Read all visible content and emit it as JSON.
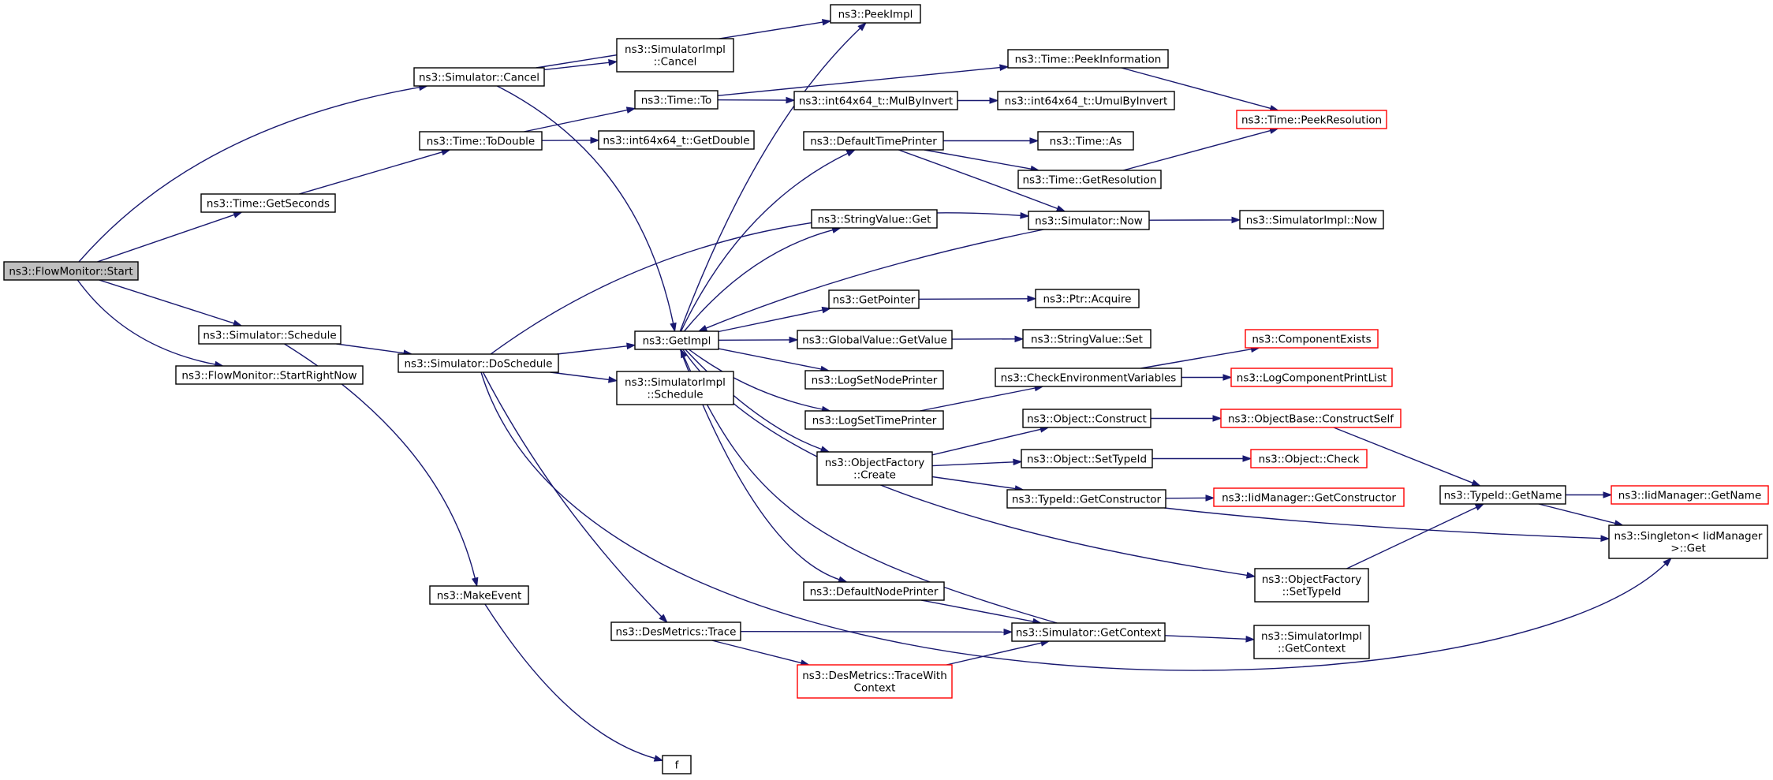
{
  "colors": {
    "edge": "#191970",
    "node_border": "#000000",
    "truncated_node_border": "#ff0000",
    "root_fill": "#bfbfbf",
    "node_fill": "#ffffff"
  },
  "nodes": [
    {
      "id": "flowmonitor_start",
      "label": [
        "ns3::FlowMonitor::Start"
      ],
      "root": true
    },
    {
      "id": "simulator_cancel",
      "label": [
        "ns3::Simulator::Cancel"
      ]
    },
    {
      "id": "time_getseconds",
      "label": [
        "ns3::Time::GetSeconds"
      ]
    },
    {
      "id": "simulator_schedule",
      "label": [
        "ns3::Simulator::Schedule"
      ]
    },
    {
      "id": "flowmonitor_startrightnow",
      "label": [
        "ns3::FlowMonitor::StartRightNow"
      ]
    },
    {
      "id": "time_todouble",
      "label": [
        "ns3::Time::ToDouble"
      ]
    },
    {
      "id": "simulator_doschedule",
      "label": [
        "ns3::Simulator::DoSchedule"
      ]
    },
    {
      "id": "makeevent",
      "label": [
        "ns3::MakeEvent"
      ]
    },
    {
      "id": "peekimpl",
      "label": [
        "ns3::PeekImpl"
      ]
    },
    {
      "id": "simulatorimpl_cancel",
      "label": [
        "ns3::SimulatorImpl",
        "::Cancel"
      ]
    },
    {
      "id": "time_to",
      "label": [
        "ns3::Time::To"
      ]
    },
    {
      "id": "int64_getdouble",
      "label": [
        "ns3::int64x64_t::GetDouble"
      ]
    },
    {
      "id": "getimpl",
      "label": [
        "ns3::GetImpl"
      ]
    },
    {
      "id": "simulatorimpl_schedule",
      "label": [
        "ns3::SimulatorImpl",
        "::Schedule"
      ]
    },
    {
      "id": "desmetrics_trace",
      "label": [
        "ns3::DesMetrics::Trace"
      ]
    },
    {
      "id": "f",
      "label": [
        "f"
      ]
    },
    {
      "id": "time_peekinformation",
      "label": [
        "ns3::Time::PeekInformation"
      ]
    },
    {
      "id": "int64_mulbyinvert",
      "label": [
        "ns3::int64x64_t::MulByInvert"
      ]
    },
    {
      "id": "int64_umulbyinvert",
      "label": [
        "ns3::int64x64_t::UmulByInvert"
      ]
    },
    {
      "id": "time_peekresolution",
      "label": [
        "ns3::Time::PeekResolution"
      ],
      "truncated": true
    },
    {
      "id": "defaulttimeprinter",
      "label": [
        "ns3::DefaultTimePrinter"
      ]
    },
    {
      "id": "time_as",
      "label": [
        "ns3::Time::As"
      ]
    },
    {
      "id": "time_getresolution",
      "label": [
        "ns3::Time::GetResolution"
      ]
    },
    {
      "id": "stringvalue_get",
      "label": [
        "ns3::StringValue::Get"
      ]
    },
    {
      "id": "simulator_now",
      "label": [
        "ns3::Simulator::Now"
      ]
    },
    {
      "id": "simulatorimpl_now",
      "label": [
        "ns3::SimulatorImpl::Now"
      ]
    },
    {
      "id": "getpointer",
      "label": [
        "ns3::GetPointer"
      ]
    },
    {
      "id": "ptr_acquire",
      "label": [
        "ns3::Ptr::Acquire"
      ]
    },
    {
      "id": "globalvalue_getvalue",
      "label": [
        "ns3::GlobalValue::GetValue"
      ]
    },
    {
      "id": "stringvalue_set",
      "label": [
        "ns3::StringValue::Set"
      ]
    },
    {
      "id": "componentexists",
      "label": [
        "ns3::ComponentExists"
      ],
      "truncated": true
    },
    {
      "id": "logsetnodeprinter",
      "label": [
        "ns3::LogSetNodePrinter"
      ]
    },
    {
      "id": "checkenvvars",
      "label": [
        "ns3::CheckEnvironmentVariables"
      ]
    },
    {
      "id": "logcomponentprintlist",
      "label": [
        "ns3::LogComponentPrintList"
      ],
      "truncated": true
    },
    {
      "id": "logsettimeprinter",
      "label": [
        "ns3::LogSetTimePrinter"
      ]
    },
    {
      "id": "object_construct",
      "label": [
        "ns3::Object::Construct"
      ]
    },
    {
      "id": "objectbase_constructself",
      "label": [
        "ns3::ObjectBase::ConstructSelf"
      ],
      "truncated": true
    },
    {
      "id": "objectfactory_create",
      "label": [
        "ns3::ObjectFactory",
        "::Create"
      ]
    },
    {
      "id": "object_settypeid",
      "label": [
        "ns3::Object::SetTypeId"
      ]
    },
    {
      "id": "object_check",
      "label": [
        "ns3::Object::Check"
      ],
      "truncated": true
    },
    {
      "id": "typeid_getconstructor",
      "label": [
        "ns3::TypeId::GetConstructor"
      ]
    },
    {
      "id": "iidmanager_getconstructor",
      "label": [
        "ns3::IidManager::GetConstructor"
      ],
      "truncated": true
    },
    {
      "id": "typeid_getname",
      "label": [
        "ns3::TypeId::GetName"
      ]
    },
    {
      "id": "iidmanager_getname",
      "label": [
        "ns3::IidManager::GetName"
      ],
      "truncated": true
    },
    {
      "id": "singleton_get",
      "label": [
        "ns3::Singleton< IidManager",
        ">::Get"
      ]
    },
    {
      "id": "objectfactory_settypeid",
      "label": [
        "ns3::ObjectFactory",
        "::SetTypeId"
      ]
    },
    {
      "id": "defaultnodeprinter",
      "label": [
        "ns3::DefaultNodePrinter"
      ]
    },
    {
      "id": "simulator_getcontext",
      "label": [
        "ns3::Simulator::GetContext"
      ]
    },
    {
      "id": "simulatorimpl_getcontext",
      "label": [
        "ns3::SimulatorImpl",
        "::GetContext"
      ]
    },
    {
      "id": "desmetrics_tracewithcontext",
      "label": [
        "ns3::DesMetrics::TraceWith",
        "Context"
      ],
      "truncated": true
    }
  ],
  "edges": [
    [
      "flowmonitor_start",
      "simulator_cancel"
    ],
    [
      "flowmonitor_start",
      "time_getseconds"
    ],
    [
      "flowmonitor_start",
      "simulator_schedule"
    ],
    [
      "flowmonitor_start",
      "flowmonitor_startrightnow"
    ],
    [
      "simulator_cancel",
      "peekimpl"
    ],
    [
      "simulator_cancel",
      "simulatorimpl_cancel"
    ],
    [
      "simulator_cancel",
      "getimpl"
    ],
    [
      "time_getseconds",
      "time_todouble"
    ],
    [
      "time_todouble",
      "time_to"
    ],
    [
      "time_todouble",
      "int64_getdouble"
    ],
    [
      "time_to",
      "time_peekinformation"
    ],
    [
      "time_to",
      "int64_mulbyinvert"
    ],
    [
      "int64_mulbyinvert",
      "int64_umulbyinvert"
    ],
    [
      "time_peekinformation",
      "time_peekresolution"
    ],
    [
      "time_getresolution",
      "time_peekresolution"
    ],
    [
      "simulator_schedule",
      "simulator_doschedule"
    ],
    [
      "simulator_schedule",
      "makeevent"
    ],
    [
      "makeevent",
      "f"
    ],
    [
      "simulator_doschedule",
      "simulator_now"
    ],
    [
      "simulator_doschedule",
      "getimpl"
    ],
    [
      "simulator_doschedule",
      "simulatorimpl_schedule"
    ],
    [
      "simulator_doschedule",
      "desmetrics_trace"
    ],
    [
      "simulator_doschedule",
      "singleton_get"
    ],
    [
      "getimpl",
      "peekimpl"
    ],
    [
      "getimpl",
      "defaulttimeprinter"
    ],
    [
      "getimpl",
      "stringvalue_get"
    ],
    [
      "getimpl",
      "getpointer"
    ],
    [
      "getimpl",
      "globalvalue_getvalue"
    ],
    [
      "getimpl",
      "logsetnodeprinter"
    ],
    [
      "getimpl",
      "logsettimeprinter"
    ],
    [
      "getimpl",
      "objectfactory_create"
    ],
    [
      "getimpl",
      "objectfactory_settypeid"
    ],
    [
      "getimpl",
      "defaultnodeprinter"
    ],
    [
      "simulator_now",
      "getimpl"
    ],
    [
      "simulator_getcontext",
      "getimpl"
    ],
    [
      "simulator_now",
      "simulatorimpl_now"
    ],
    [
      "defaulttimeprinter",
      "time_as"
    ],
    [
      "defaulttimeprinter",
      "time_getresolution"
    ],
    [
      "defaulttimeprinter",
      "simulator_now"
    ],
    [
      "getpointer",
      "ptr_acquire"
    ],
    [
      "globalvalue_getvalue",
      "stringvalue_set"
    ],
    [
      "logsettimeprinter",
      "checkenvvars"
    ],
    [
      "checkenvvars",
      "componentexists"
    ],
    [
      "checkenvvars",
      "logcomponentprintlist"
    ],
    [
      "objectfactory_create",
      "object_construct"
    ],
    [
      "objectfactory_create",
      "object_settypeid"
    ],
    [
      "objectfactory_create",
      "typeid_getconstructor"
    ],
    [
      "object_construct",
      "objectbase_constructself"
    ],
    [
      "object_settypeid",
      "object_check"
    ],
    [
      "typeid_getconstructor",
      "iidmanager_getconstructor"
    ],
    [
      "typeid_getconstructor",
      "singleton_get"
    ],
    [
      "objectbase_constructself",
      "typeid_getname"
    ],
    [
      "typeid_getname",
      "iidmanager_getname"
    ],
    [
      "typeid_getname",
      "singleton_get"
    ],
    [
      "objectfactory_settypeid",
      "typeid_getname"
    ],
    [
      "defaultnodeprinter",
      "simulator_getcontext"
    ],
    [
      "desmetrics_trace",
      "simulator_getcontext"
    ],
    [
      "desmetrics_trace",
      "desmetrics_tracewithcontext"
    ],
    [
      "desmetrics_tracewithcontext",
      "simulator_getcontext"
    ],
    [
      "simulator_getcontext",
      "simulatorimpl_getcontext"
    ]
  ]
}
